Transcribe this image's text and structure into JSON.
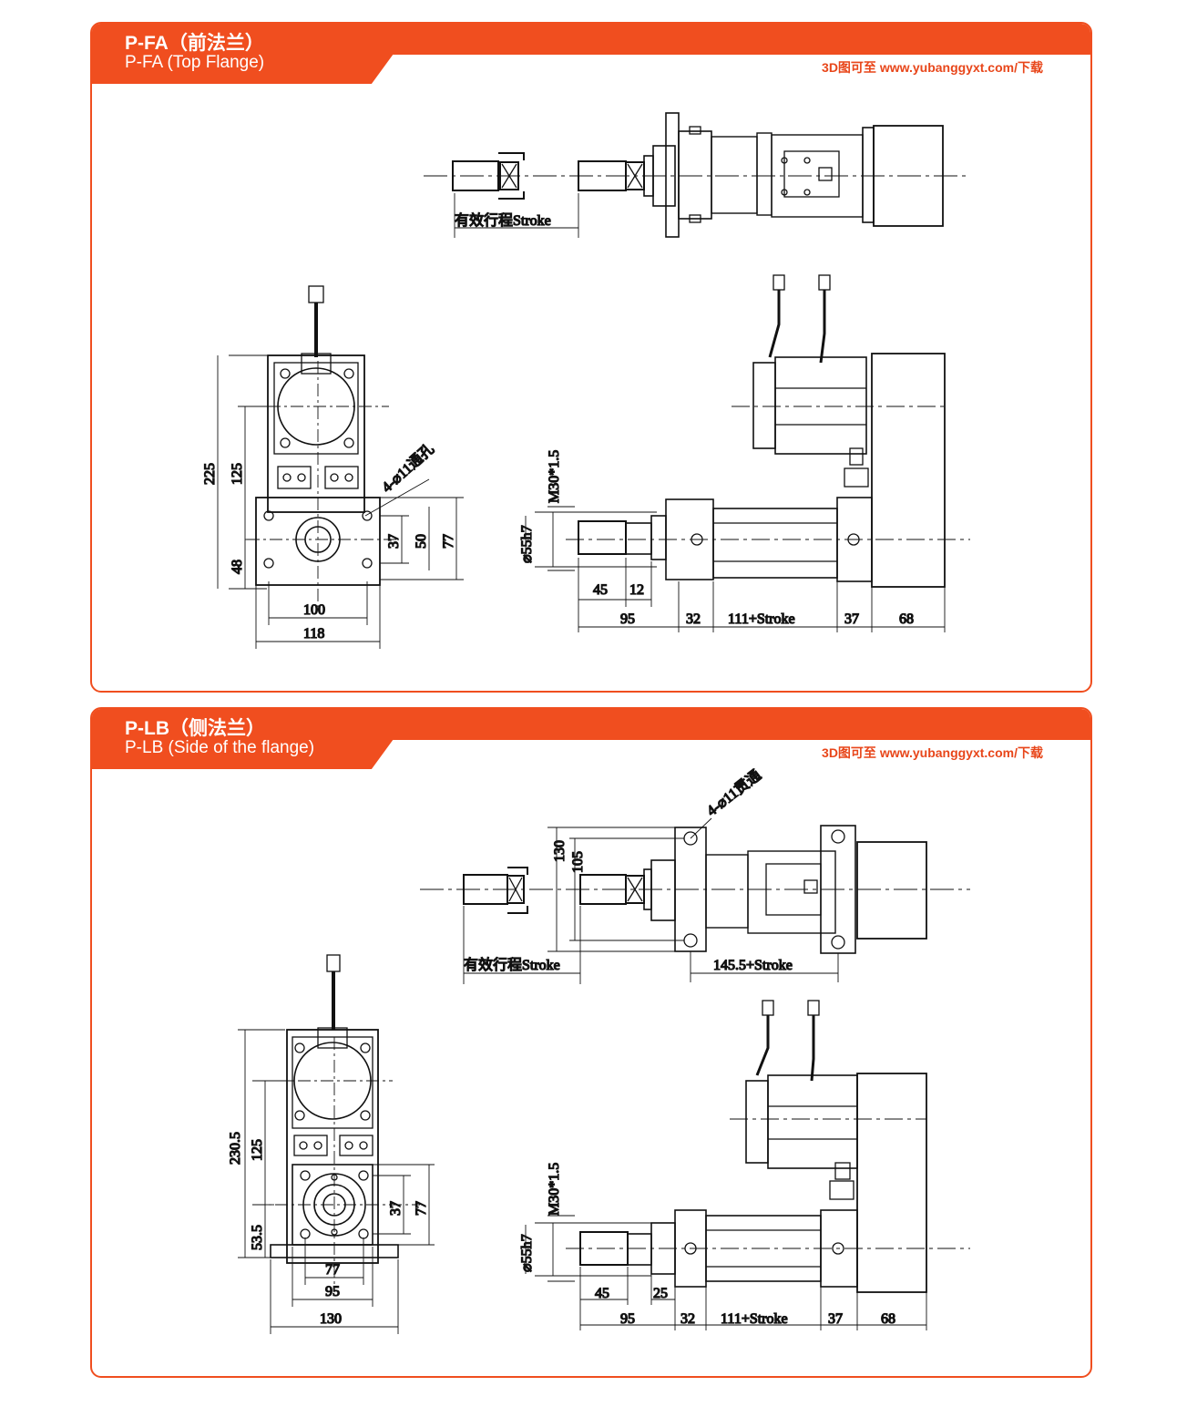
{
  "colors": {
    "accent": "#f04e1f",
    "line": "#111111"
  },
  "panels": [
    {
      "title_cn": "P-FA（前法兰）",
      "title_en": "P-FA (Top Flange)",
      "download": "3D图可至 www.yubanggyxt.com/下载",
      "labels": {
        "stroke_label": "有效行程Stroke",
        "d225": "225",
        "d125": "125",
        "d48": "48",
        "hole_note": "4-⌀11通孔",
        "d37": "37",
        "d50": "50",
        "d77": "77",
        "d100": "100",
        "d118": "118",
        "thread": "M30*1.5",
        "dia": "⌀55h7",
        "d45": "45",
        "d12": "12",
        "d95": "95",
        "d32": "32",
        "d111": "111+Stroke",
        "d37b": "37",
        "d68": "68"
      }
    },
    {
      "title_cn": "P-LB（侧法兰）",
      "title_en": "P-LB (Side of the flange)",
      "download": "3D图可至 www.yubanggyxt.com/下载",
      "labels": {
        "hole_note": "4-⌀11贯通",
        "d130v": "130",
        "d105": "105",
        "stroke_label": "有效行程Stroke",
        "d145": "145.5+Stroke",
        "d230": "230.5",
        "d125": "125",
        "d535": "53.5",
        "d37": "37",
        "d77v": "77",
        "d77": "77",
        "d95w": "95",
        "d130": "130",
        "thread": "M30*1.5",
        "dia": "⌀55h7",
        "d45": "45",
        "d25": "25",
        "d95": "95",
        "d32": "32",
        "d111": "111+Stroke",
        "d37b": "37",
        "d68": "68"
      }
    }
  ]
}
